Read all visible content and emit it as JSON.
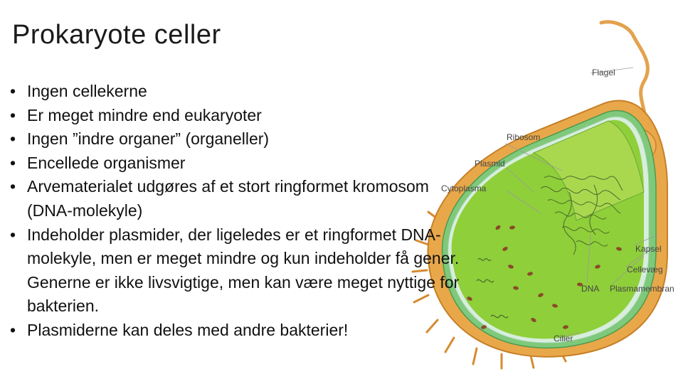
{
  "title": "Prokaryote celler",
  "bullets": [
    "Ingen cellekerne",
    "Er meget mindre end eukaryoter",
    "Ingen ”indre organer” (organeller)",
    "Encellede organismer",
    "Arvematerialet udgøres af et stort ringformet kromosom (DNA-molekyle)",
    "Indeholder plasmider, der ligeledes er et ringformet DNA-molekyle, men er meget mindre og kun indeholder få gener. Generne er ikke livsvigtige, men kan være meget nyttige for bakterien.",
    "Plasmiderne kan deles med andre bakterier!"
  ],
  "diagram": {
    "labels": {
      "flagel": "Flagel",
      "ribosom": "Ribosom",
      "plasmid": "Plasmid",
      "cytoplasma": "Cytoplasma",
      "kapsel": "Kapsel",
      "cellevaeg": "Cellevæg",
      "dna": "DNA",
      "plasmamembran": "Plasmamembran",
      "cilier": "Cilier"
    },
    "colors": {
      "capsule": "#e8a84a",
      "cell_wall": "#7fc97a",
      "cytoplasm": "#8fcf3a",
      "membrane": "#d7eedd",
      "ribosome": "#8a4a2a"
    }
  }
}
